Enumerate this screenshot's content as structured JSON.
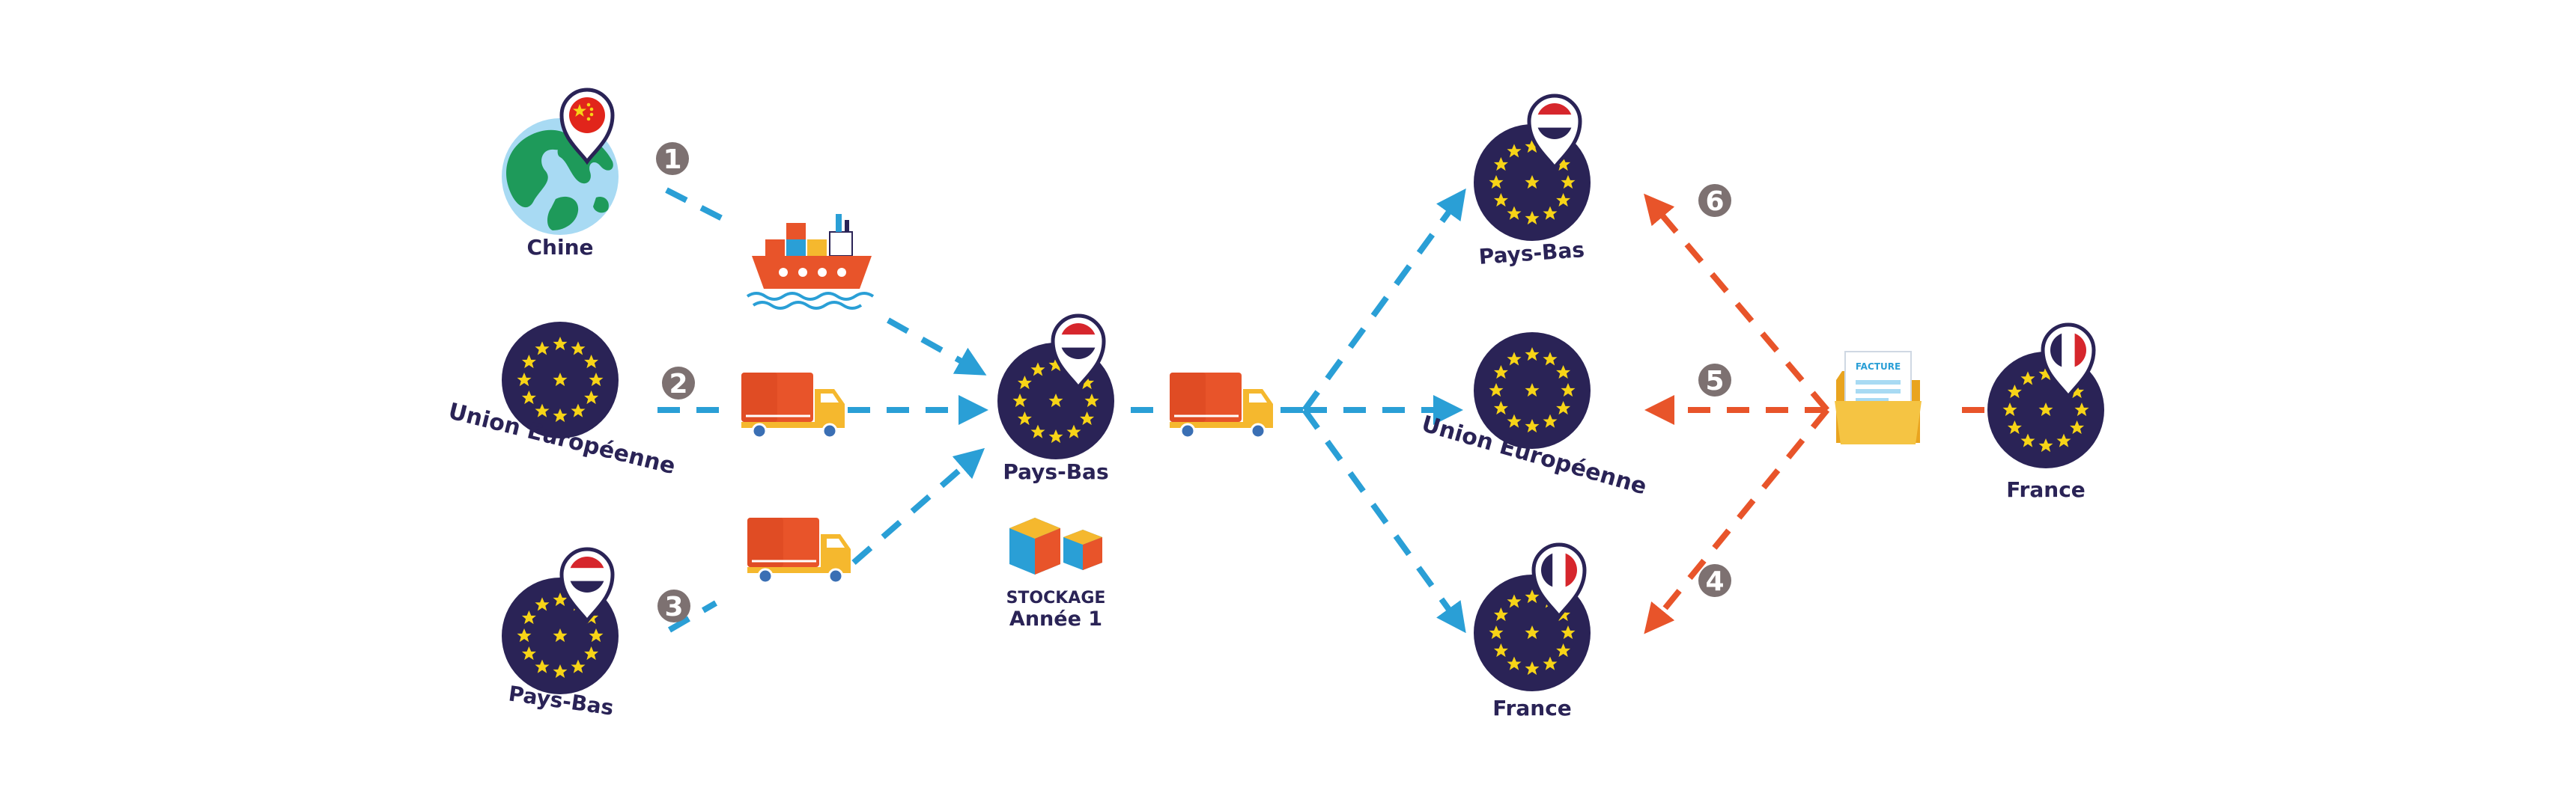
{
  "colors": {
    "navy": "#2a2356",
    "star": "#f7d417",
    "blue": "#2a9fd6",
    "orange": "#e8542a",
    "step_badge": "#7d7171"
  },
  "labels": {
    "china": "Chine",
    "eu_left": "Union Européenne",
    "nl_left": "Pays-Bas",
    "nl_center": "Pays-Bas",
    "storage_title": "STOCKAGE",
    "storage_year": "Année 1",
    "nl_right": "Pays-Bas",
    "eu_right": "Union Européenne",
    "fr_right": "France",
    "fr_far": "France",
    "invoice": "FACTURE"
  },
  "steps": [
    "1",
    "2",
    "3",
    "4",
    "5",
    "6"
  ],
  "icons": {
    "globe": "globe-icon",
    "eu_flag": "eu-stars-icon",
    "ship": "cargo-ship-icon",
    "truck": "truck-icon",
    "boxes": "boxes-icon",
    "invoice_folder": "invoice-folder-icon",
    "pin_china": "china-flag-pin-icon",
    "pin_nl": "netherlands-flag-pin-icon",
    "pin_fr": "france-flag-pin-icon"
  }
}
